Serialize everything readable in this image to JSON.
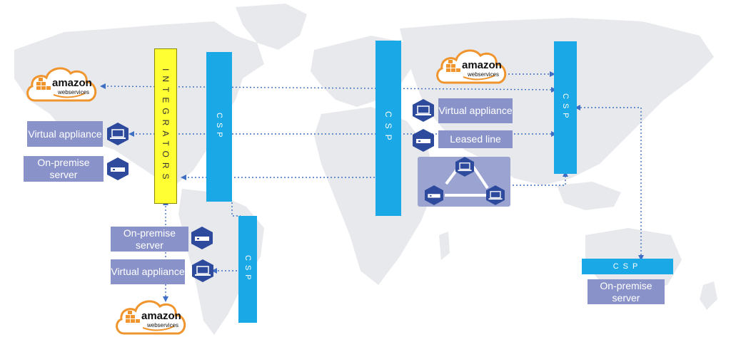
{
  "diagram": {
    "integrators_label": "INTEGRATORS",
    "csp_label": "CSP",
    "aws": {
      "word": "amazon",
      "sub": "webservices"
    },
    "labels": {
      "left_virtual_appliance": "Virtual appliance",
      "left_on_premise_server": "On-premise server",
      "bottom_on_premise_server": "On-premise server",
      "bottom_virtual_appliance": "Virtual appliance",
      "center_virtual_appliance": "Virtual appliance",
      "leased_line": "Leased line",
      "right_on_premise_server": "On-premise server"
    },
    "icons": {
      "laptop": "laptop-icon",
      "server": "server-icon",
      "cloud": "aws-cloud-icon"
    },
    "colors": {
      "csp": "#1aa8e6",
      "integrators": "#ffff33",
      "label_bg": "#8a93c9",
      "hex_icon": "#2d4a9c",
      "connector": "#3f6fc5",
      "aws_orange": "#f0952e",
      "map": "#e8e9ec"
    }
  }
}
